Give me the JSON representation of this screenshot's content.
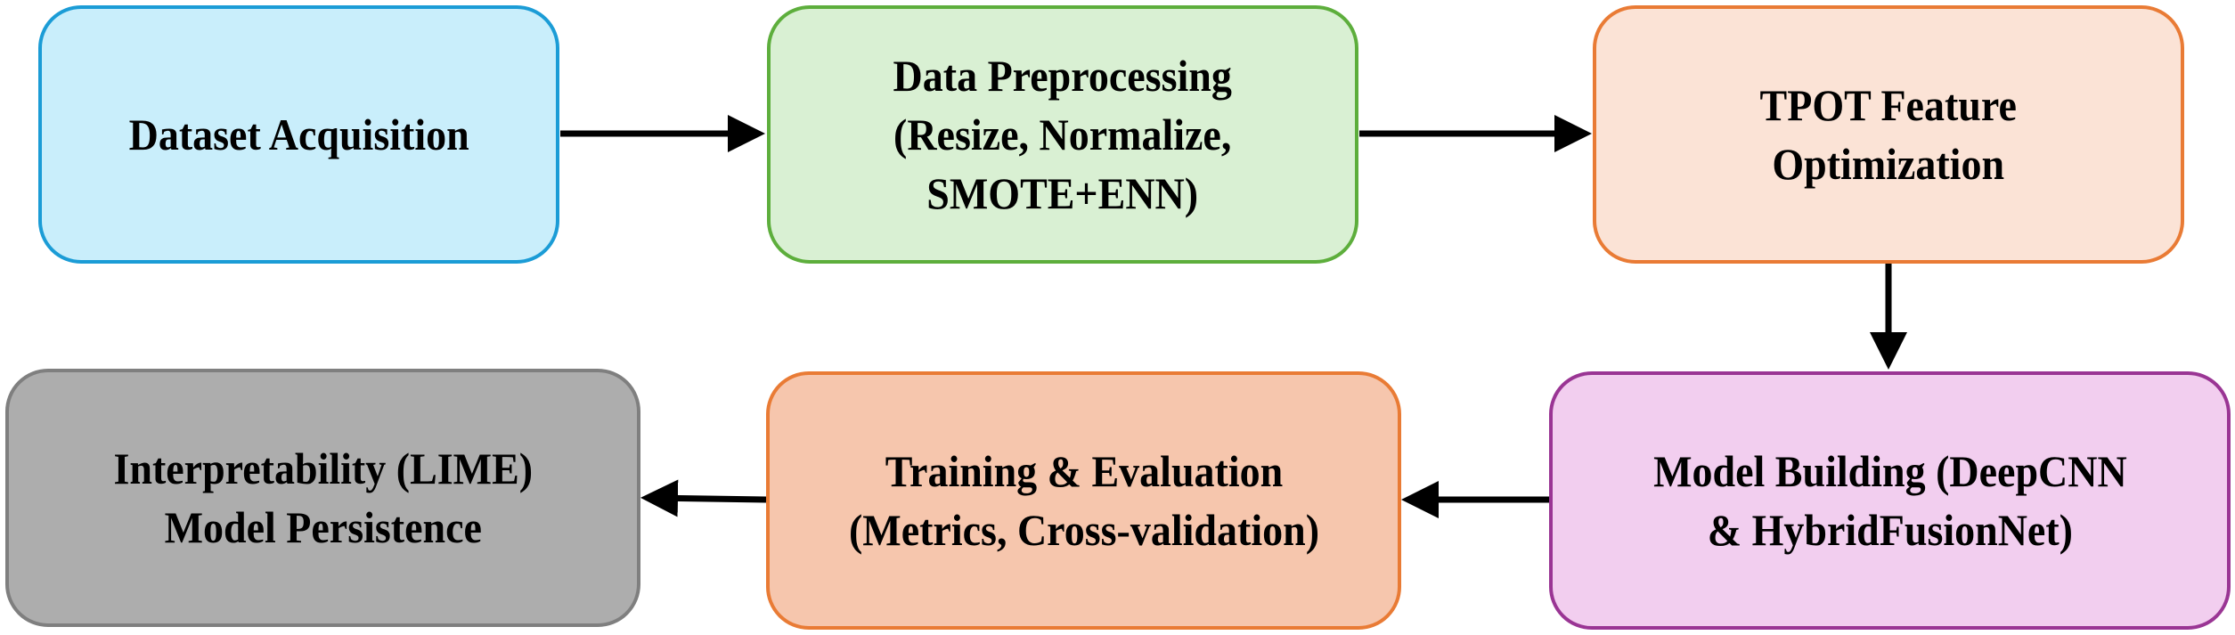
{
  "diagram": {
    "type": "flowchart",
    "nodes": [
      {
        "id": "dataset",
        "lines": [
          "Dataset Acquisition"
        ],
        "fill": "#C9EEFB",
        "border": "#1B9CD6"
      },
      {
        "id": "preprocessing",
        "lines": [
          "Data Preprocessing",
          "(Resize, Normalize,",
          "SMOTE+ENN)"
        ],
        "fill": "#D9F0D3",
        "border": "#5DAE3C"
      },
      {
        "id": "tpot",
        "lines": [
          "TPOT Feature",
          "Optimization"
        ],
        "fill": "#FBE3D6",
        "border": "#E97B35"
      },
      {
        "id": "model-building",
        "lines": [
          "Model Building (DeepCNN",
          "& HybridFusionNet)"
        ],
        "fill": "#F2CEEF",
        "border": "#9A3594"
      },
      {
        "id": "training",
        "lines": [
          "Training & Evaluation",
          "(Metrics, Cross-validation)"
        ],
        "fill": "#F6C6AD",
        "border": "#E97B35"
      },
      {
        "id": "interpretability",
        "lines": [
          "Interpretability (LIME)",
          "Model Persistence"
        ],
        "fill": "#ADADAD",
        "border": "#7F7F7F"
      }
    ],
    "edges": [
      {
        "from": "dataset",
        "to": "preprocessing"
      },
      {
        "from": "preprocessing",
        "to": "tpot"
      },
      {
        "from": "tpot",
        "to": "model-building"
      },
      {
        "from": "model-building",
        "to": "training"
      },
      {
        "from": "training",
        "to": "interpretability"
      }
    ]
  }
}
